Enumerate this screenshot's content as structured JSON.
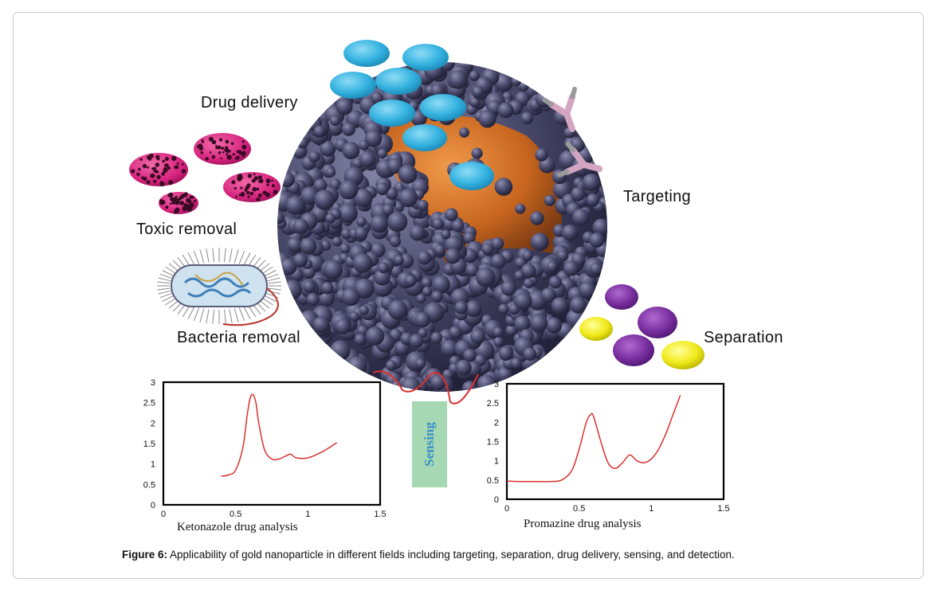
{
  "labels": {
    "drug_delivery": "Drug delivery",
    "targeting": "Targeting",
    "toxic_removal": "Toxic removal",
    "bacteria_removal": "Bacteria removal",
    "separation": "Separation",
    "sensing": "Sensing"
  },
  "caption": {
    "prefix": "Figure 6:",
    "text": " Applicability of gold nanoparticle in different fields including targeting, separation, drug delivery, sensing, and detection."
  },
  "colors": {
    "drug_blue": "#3bb4e0",
    "nanoparticle_core": "#d9782f",
    "shell": "#4a4a68",
    "toxic_pink": "#d8237f",
    "separation_purple": "#7a2fa0",
    "separation_yellow": "#f0ea1a",
    "sensing_green": "#a6d9b3",
    "curve_red": "#d9322f"
  },
  "chart_data": [
    {
      "type": "line",
      "xlabel": "Ketonazole drug analysis",
      "xlim": [
        0,
        1.5
      ],
      "ylim": [
        0,
        3
      ],
      "xticks": [
        "0",
        "0.5",
        "1",
        "1.5"
      ],
      "yticks": [
        "0",
        "0.5",
        "1",
        "1.5",
        "2",
        "2.5",
        "3"
      ],
      "series": [
        {
          "x": [
            0.4,
            0.45,
            0.5,
            0.55,
            0.58,
            0.6,
            0.62,
            0.64,
            0.66,
            0.7,
            0.75,
            0.8,
            0.85,
            0.88,
            0.92,
            1.0,
            1.1,
            1.2
          ],
          "values": [
            0.7,
            0.73,
            0.85,
            1.4,
            2.2,
            2.6,
            2.7,
            2.5,
            2.0,
            1.35,
            1.12,
            1.12,
            1.2,
            1.24,
            1.15,
            1.15,
            1.3,
            1.52
          ]
        }
      ]
    },
    {
      "type": "line",
      "xlabel": "Promazine drug analysis",
      "xlim": [
        0,
        1.5
      ],
      "ylim": [
        0,
        3
      ],
      "xticks": [
        "0",
        "0.5",
        "1",
        "1.5"
      ],
      "yticks": [
        "0",
        "0.5",
        "1",
        "1.5",
        "2",
        "2.5",
        "3"
      ],
      "series": [
        {
          "x": [
            0,
            0.1,
            0.2,
            0.3,
            0.38,
            0.45,
            0.5,
            0.55,
            0.58,
            0.6,
            0.65,
            0.7,
            0.75,
            0.8,
            0.85,
            0.9,
            0.95,
            1.0,
            1.05,
            1.1,
            1.15,
            1.2
          ],
          "values": [
            0.47,
            0.46,
            0.46,
            0.46,
            0.5,
            0.75,
            1.3,
            2.0,
            2.2,
            2.15,
            1.5,
            0.95,
            0.8,
            0.95,
            1.15,
            1.0,
            0.95,
            1.05,
            1.3,
            1.7,
            2.2,
            2.7
          ]
        }
      ]
    }
  ]
}
